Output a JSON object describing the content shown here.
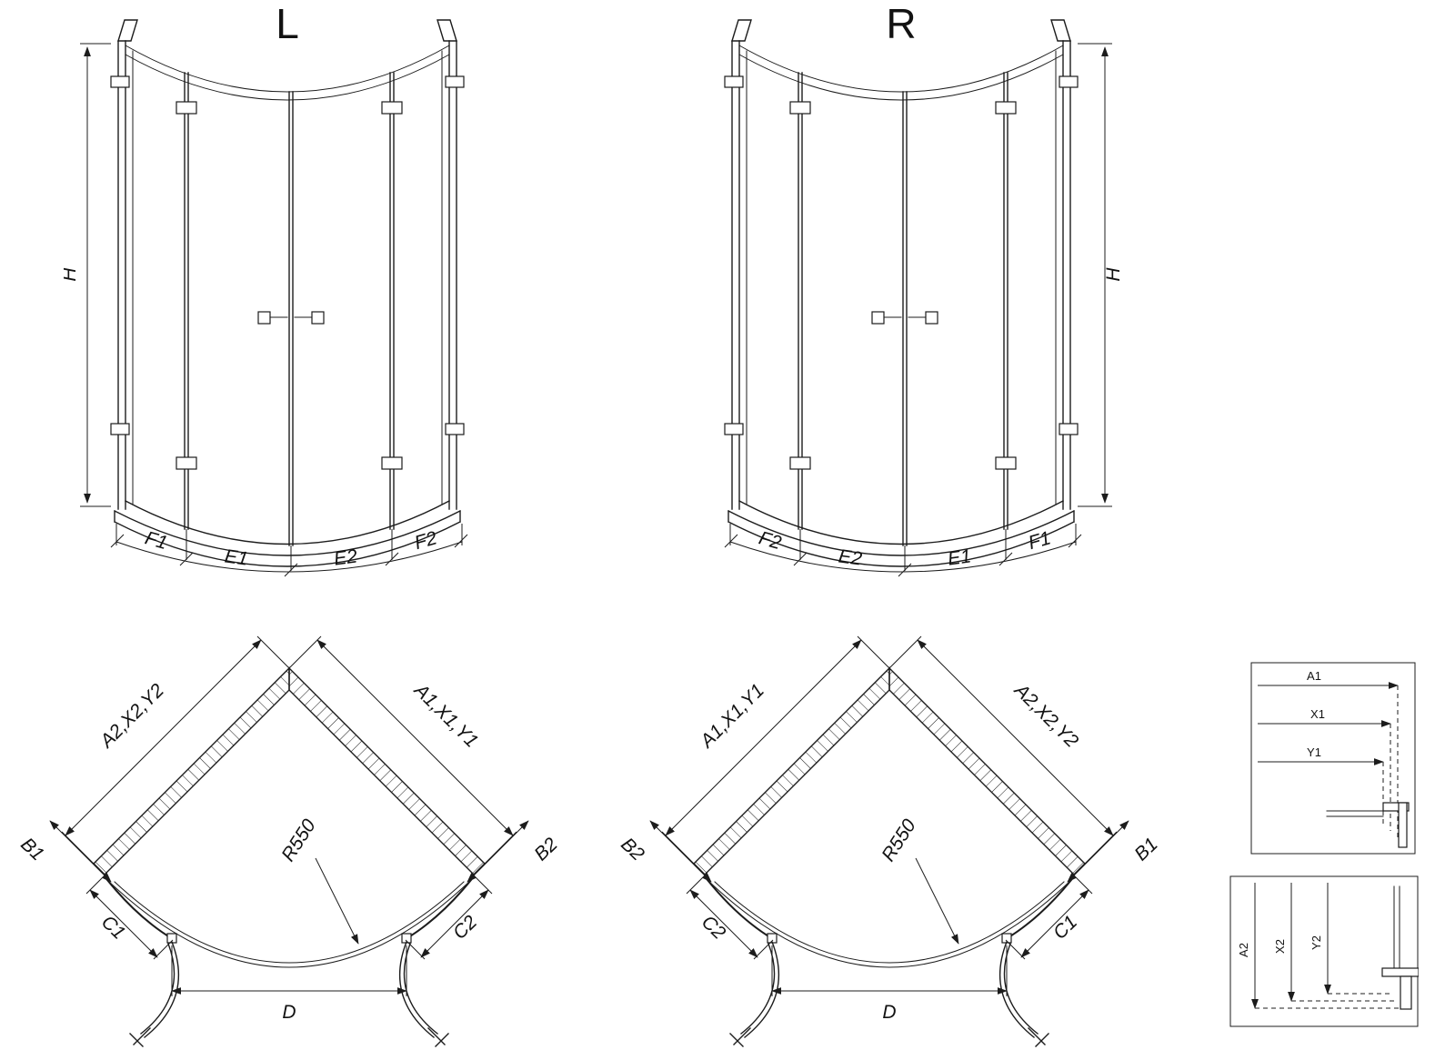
{
  "colors": {
    "background": "#ffffff",
    "line": "#1c1c1c",
    "text": "#121212"
  },
  "front_left": {
    "title": "L",
    "height_label": "H",
    "bottom": [
      "F1",
      "E1",
      "E2",
      "F2"
    ]
  },
  "front_right": {
    "title": "R",
    "height_label": "H",
    "bottom": [
      "F2",
      "E2",
      "E1",
      "F1"
    ]
  },
  "plan_left": {
    "wall_left": "A2,X2,Y2",
    "wall_right": "A1,X1,Y1",
    "outer_left": "B1",
    "outer_right": "B2",
    "inner_left": "C1",
    "inner_right": "C2",
    "radius": "R550",
    "width": "D"
  },
  "plan_right": {
    "wall_left": "A1,X1,Y1",
    "wall_right": "A2,X2,Y2",
    "outer_left": "B2",
    "outer_right": "B1",
    "inner_left": "C2",
    "inner_right": "C1",
    "radius": "R550",
    "width": "D"
  },
  "detail_top": {
    "dims": [
      "A1",
      "X1",
      "Y1"
    ]
  },
  "detail_bottom": {
    "dims": [
      "A2",
      "X2",
      "Y2"
    ]
  }
}
